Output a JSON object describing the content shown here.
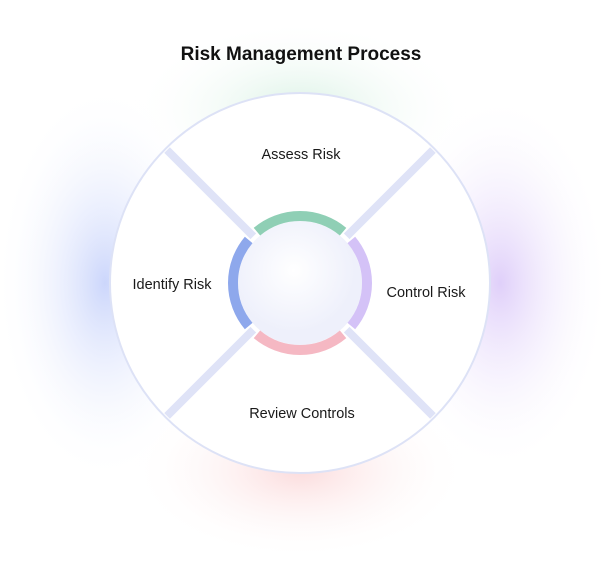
{
  "title": "Risk Management Process",
  "segments": [
    {
      "label": "Assess Risk",
      "color": "#8fcfb5"
    },
    {
      "label": "Control Risk",
      "color": "#d4c2f7"
    },
    {
      "label": "Review Controls",
      "color": "#f5b8c3"
    },
    {
      "label": "Identify Risk",
      "color": "#8ea8ec"
    }
  ]
}
